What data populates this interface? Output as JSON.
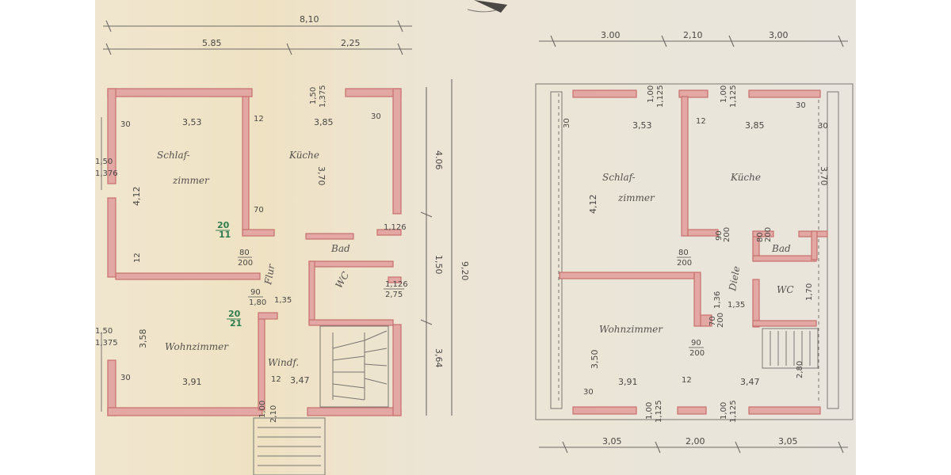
{
  "colors": {
    "paper": "#ece5d6",
    "wall_fill": "#e3a8a4",
    "wall_stroke": "#c7716e",
    "ink": "#4a4744",
    "green_ink": "#2f7d4e"
  },
  "left_plan": {
    "dims_top": {
      "total": "8,10",
      "seg1": "5.85",
      "seg2": "2,25"
    },
    "dims_right": {
      "overall": "9,20",
      "upper": "4.06",
      "mid": "1,50",
      "lower": "3,64"
    },
    "window_top": {
      "w": "1,50",
      "h": "1,375"
    },
    "room_widths": {
      "top_left": "3,53",
      "top_right": "3,85",
      "bottom_left": "3,91",
      "bottom_right": "3,47",
      "wall_top_l": "30",
      "wall_top_r": "30",
      "wall_mid": "12",
      "wall_bot_l": "30",
      "wall_bot_m": "12"
    },
    "room_heights": {
      "upper_left": "4,12",
      "upper_right": "3,70",
      "lower_left": "3,58"
    },
    "windows_left": {
      "w1": "1,50",
      "h1": "1,376",
      "w2": "1,50",
      "h2": "1,375"
    },
    "rooms": {
      "schlafzimmer": "Schlaf-",
      "schlafzimmer2": "zimmer",
      "kueche": "Küche",
      "wohnzimmer": "Wohnzimmer",
      "windfang": "Windf.",
      "flur": "Flur",
      "wc": "WC",
      "bad": "Bad"
    },
    "doors": {
      "d1_top": "80",
      "d1_bot": "200",
      "d2_top": "90",
      "d2_bot": "1,80",
      "d3_top": "1,126",
      "d3_bot": "2,75",
      "d4_top": "1,126",
      "d4_bot": "",
      "entry_w": "1,00",
      "entry_h": "2,10",
      "flur_w": "1,35",
      "wc_dim": "12",
      "v1": "70",
      "v2": "12"
    },
    "green": {
      "g1_top": "20",
      "g1_bot": "11",
      "g2_top": "20",
      "g2_bot": "21"
    }
  },
  "right_plan": {
    "dims_top": {
      "seg1": "3.00",
      "seg2": "2,10",
      "seg3": "3,00"
    },
    "dims_bottom": {
      "seg1": "3,05",
      "seg2": "2,00",
      "seg3": "3,05"
    },
    "windows_top": {
      "w1": "1,00",
      "h1": "1,125",
      "w2": "1,00",
      "h2": "1,125"
    },
    "windows_bottom": {
      "w1": "1,00",
      "h1": "1,125",
      "w2": "1,00",
      "h2": "1,125"
    },
    "room_widths": {
      "top_left": "3,53",
      "top_right": "3,85",
      "bottom_left": "3,91",
      "bottom_right": "3,47",
      "wall_a": "30",
      "wall_b": "12",
      "wall_c": "12",
      "wall_d": "30",
      "wall_e": "30",
      "wall_f": "30"
    },
    "room_heights": {
      "upper_left": "4,12",
      "upper_right": "3,70",
      "lower_left": "3,50",
      "lower_right": "2,80",
      "small": "1,70",
      "wc_h": "1,35",
      "bad_h": "1,36"
    },
    "doors": {
      "d1_top": "80",
      "d1_bot": "200",
      "d2_top": "90",
      "d2_bot": "200",
      "d3": "90",
      "d3b": "200",
      "d4": "80",
      "d4b": "200",
      "d5": "70",
      "d5b": "200"
    },
    "rooms": {
      "schlafzimmer": "Schlaf-",
      "schlafzimmer2": "zimmer",
      "kueche": "Küche",
      "wohnzimmer": "Wohnzimmer",
      "flur": "Diele",
      "bad": "Bad",
      "wc": "WC"
    }
  }
}
